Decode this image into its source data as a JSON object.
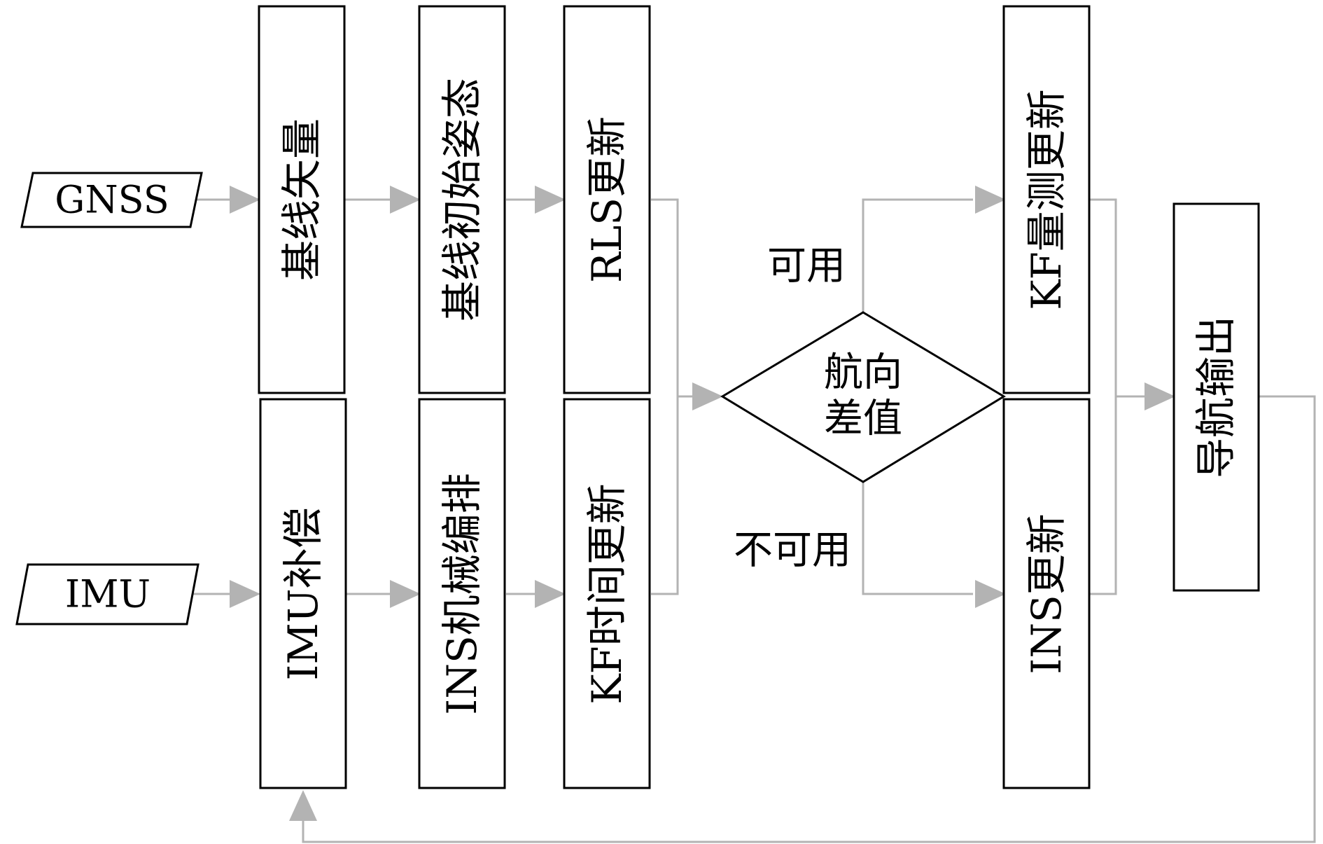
{
  "inputs": {
    "gnss": "GNSS",
    "imu": "IMU"
  },
  "upper_chain": {
    "baseline_vector": "基线矢量",
    "baseline_initial_attitude": "基线初始姿态",
    "rls_update": "RLS更新"
  },
  "lower_chain": {
    "imu_compensation": "IMU补偿",
    "ins_mechanization": "INS机械编排",
    "kf_time_update": "KF时间更新"
  },
  "decision": {
    "line1": "航向",
    "line2": "差值",
    "available": "可用",
    "unavailable": "不可用"
  },
  "updates": {
    "kf_measurement_update": "KF量测更新",
    "ins_update": "INS更新"
  },
  "output": {
    "navigation_output": "导航输出"
  },
  "colors": {
    "box_stroke": "#000000",
    "flow_line": "#b3b3b3"
  }
}
